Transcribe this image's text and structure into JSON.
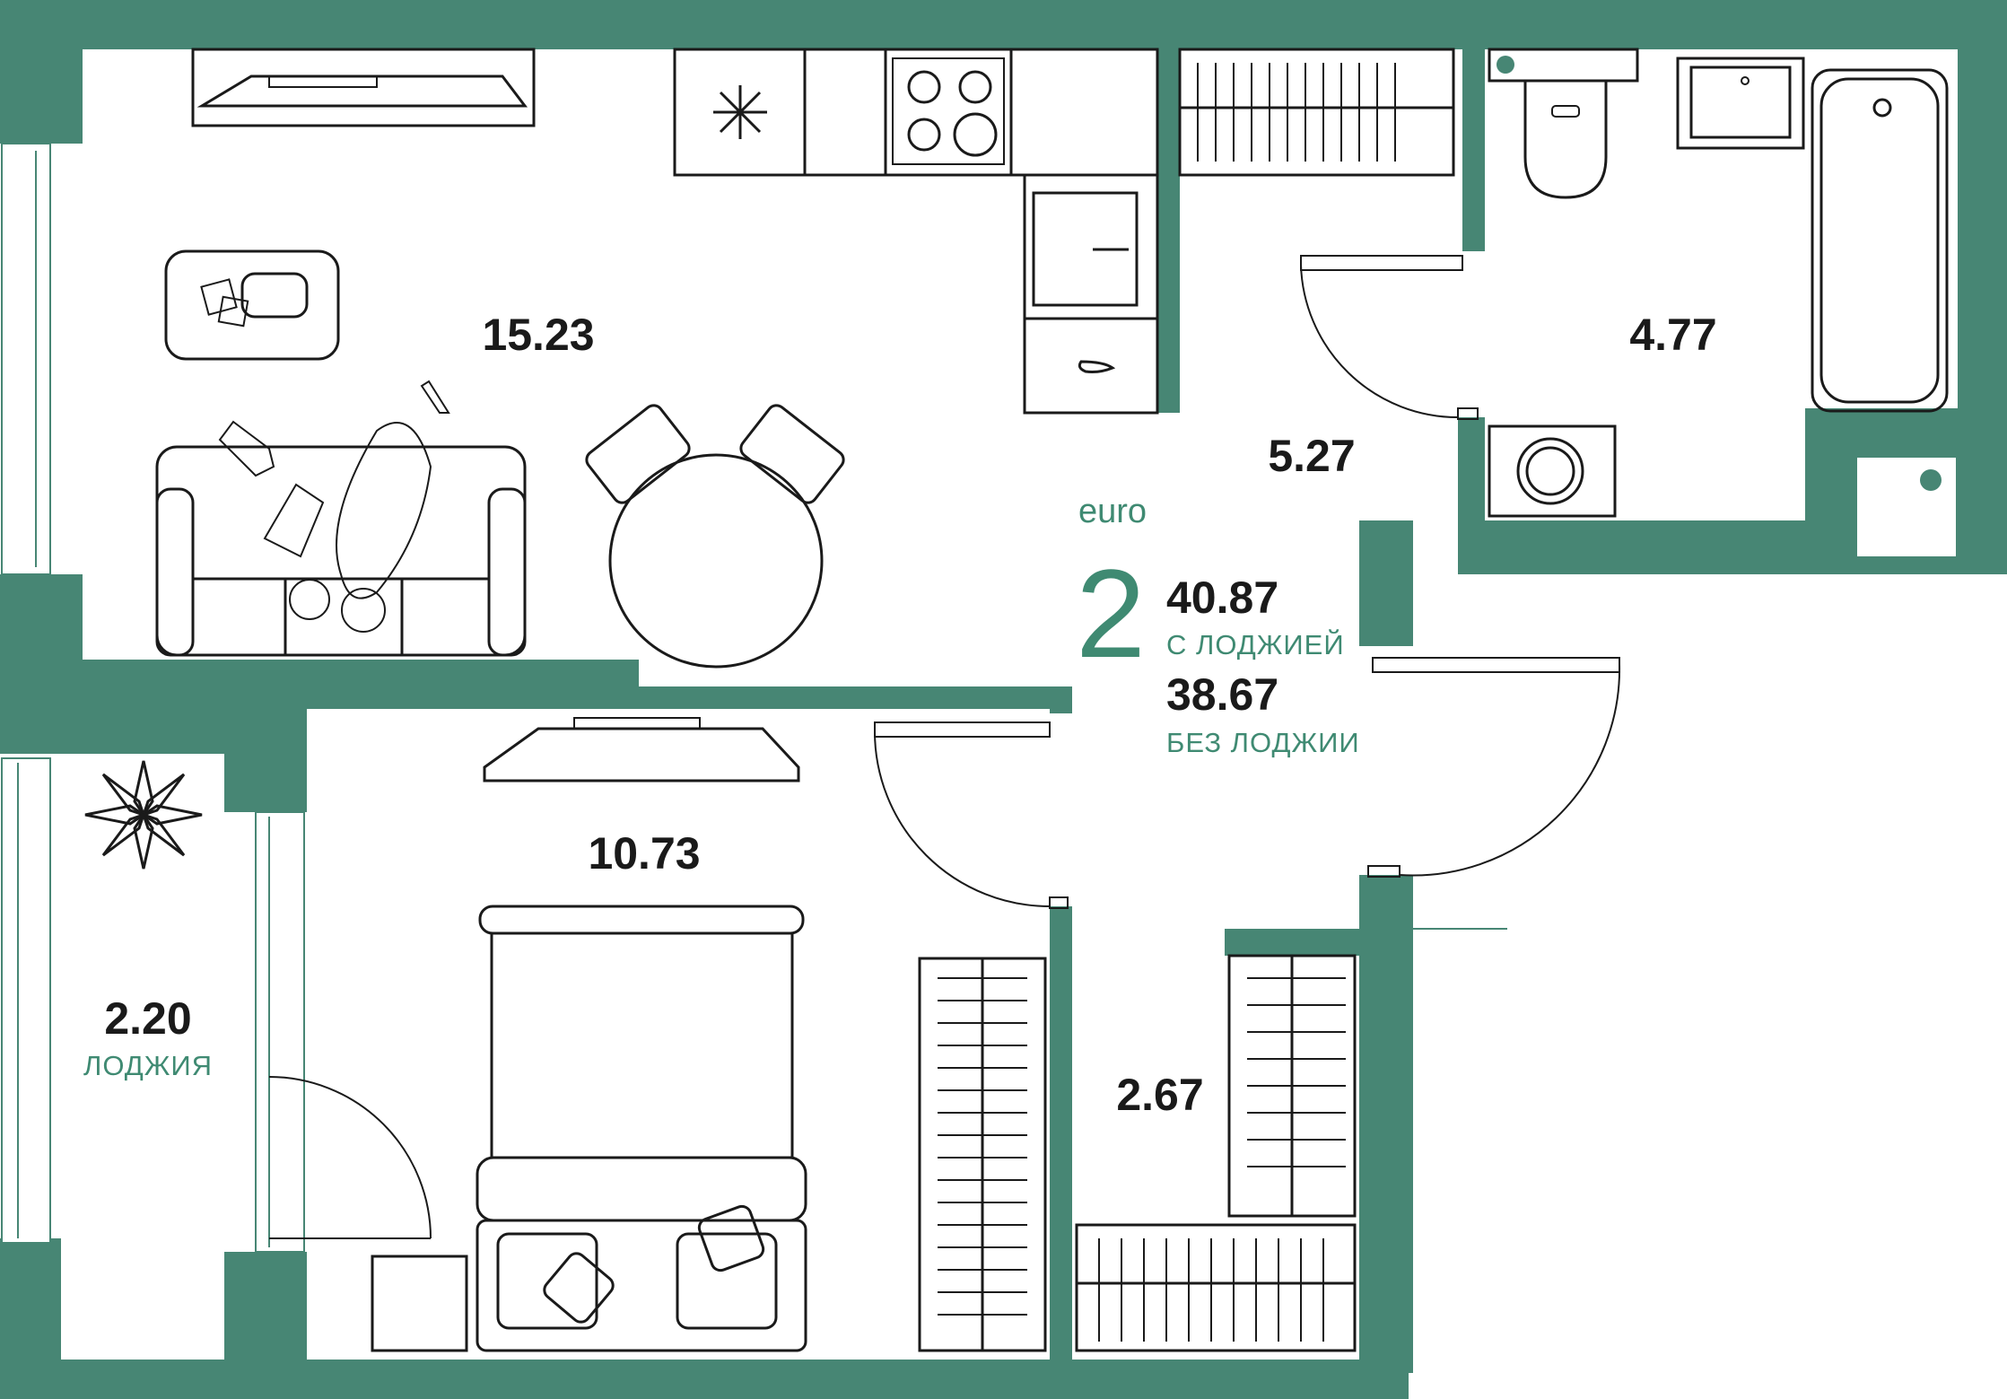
{
  "plan": {
    "type": "euro",
    "rooms_count": "2",
    "total_with_loggia": "40.87",
    "total_with_loggia_label": "С ЛОДЖИЕЙ",
    "total_without_loggia": "38.67",
    "total_without_loggia_label": "БЕЗ ЛОДЖИИ",
    "colors": {
      "wall": "#478674",
      "accent": "#3f8a72",
      "line": "#1a1a1a"
    }
  },
  "rooms": {
    "kitchen_living": "15.23",
    "bathroom": "4.77",
    "hallway": "5.27",
    "bedroom": "10.73",
    "loggia": "2.20",
    "loggia_label": "ЛОДЖИЯ",
    "storage": "2.67"
  },
  "icons": [
    "tv-icon",
    "fridge-icon",
    "stove-icon",
    "sink-icon",
    "wardrobe-icon",
    "toilet-icon",
    "bathtub-icon",
    "washer-icon",
    "sofa-icon",
    "table-icon",
    "bed-icon",
    "plant-icon",
    "coffee-table-icon",
    "door-icon"
  ]
}
